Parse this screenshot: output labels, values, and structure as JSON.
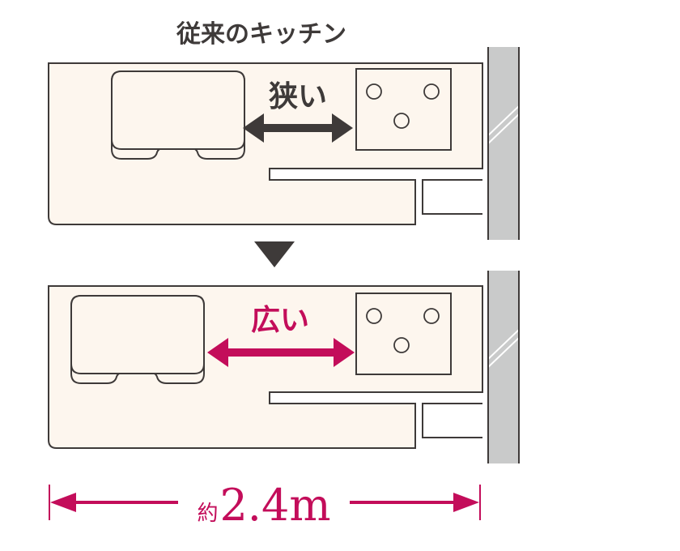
{
  "title": "従来のキッチン",
  "before": {
    "label": "狭い"
  },
  "after": {
    "label": "広い"
  },
  "dimension": {
    "prefix": "約",
    "value": "2.4m"
  },
  "colors": {
    "counter_fill": "#fdf6ee",
    "outline": "#3e3a39",
    "wall_fill": "#c9caca",
    "narrow_arrow": "#3e3a39",
    "wide_arrow": "#c30d5a",
    "title_text": "#3e3a39"
  },
  "icons": {
    "transition": "down-triangle-icon"
  }
}
